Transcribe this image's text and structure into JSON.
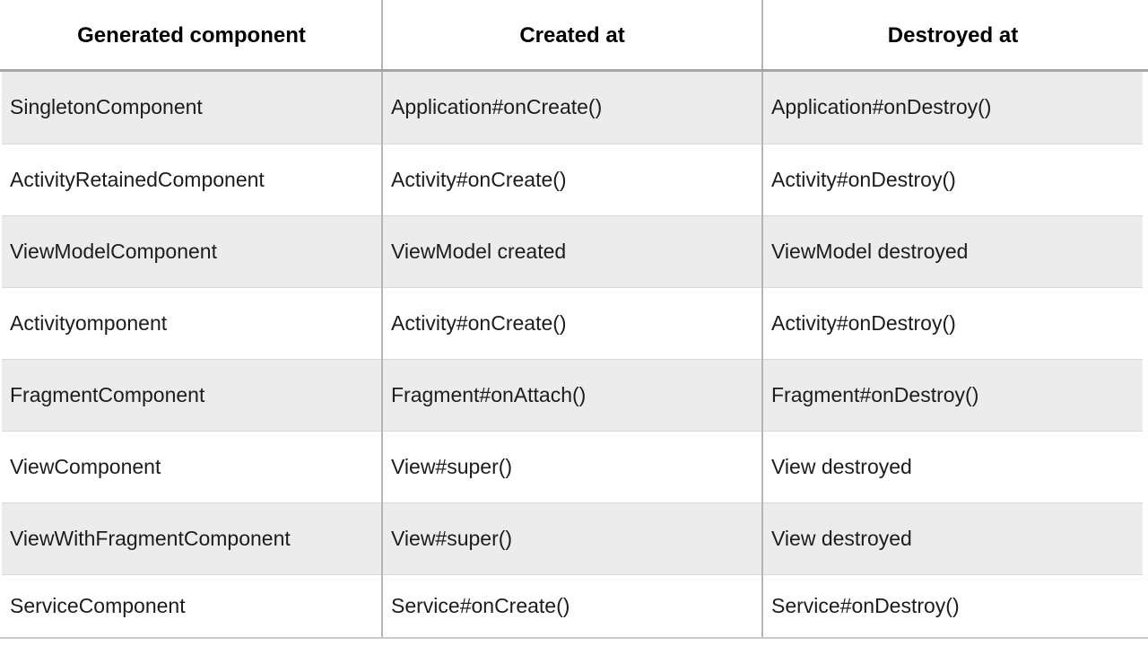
{
  "table": {
    "headers": [
      "Generated component",
      "Created at",
      "Destroyed at"
    ],
    "rows": [
      [
        "SingletonComponent",
        "Application#onCreate()",
        "Application#onDestroy()"
      ],
      [
        "ActivityRetainedComponent",
        "Activity#onCreate()",
        "Activity#onDestroy()"
      ],
      [
        "ViewModelComponent",
        "ViewModel created",
        "ViewModel destroyed"
      ],
      [
        "Activityomponent",
        "Activity#onCreate()",
        "Activity#onDestroy()"
      ],
      [
        "FragmentComponent",
        "Fragment#onAttach()",
        "Fragment#onDestroy()"
      ],
      [
        "ViewComponent",
        "View#super()",
        "View destroyed"
      ],
      [
        "ViewWithFragmentComponent",
        "View#super()",
        "View destroyed"
      ],
      [
        "ServiceComponent",
        "Service#onCreate()",
        "Service#onDestroy()"
      ]
    ],
    "colors": {
      "stripe_bg": "#ececec",
      "header_rule": "#a6a6a6",
      "bottom_rule": "#c9c9c9",
      "row_border": "#d9d9d9",
      "col_border": "#b5b5b5",
      "text": "#1c1c1c",
      "header_text": "#000000"
    }
  }
}
